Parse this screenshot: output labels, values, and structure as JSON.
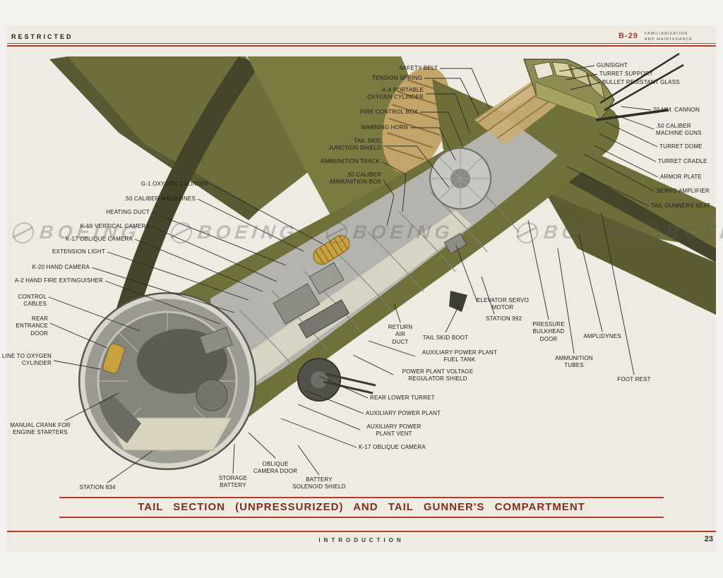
{
  "page": {
    "classification": "RESTRICTED",
    "doc_code": "B-29",
    "doc_subtitle": "FAMILIARIZATION\nAND MAINTENANCE",
    "title": "TAIL SECTION (UNPRESSURIZED) AND TAIL GUNNER'S COMPARTMENT",
    "footer_section": "INTRODUCTION",
    "page_number": "23",
    "watermark": "BOEING"
  },
  "colors": {
    "accent_red": "#b73b2c",
    "title_maroon": "#7e2f1f",
    "page_cream": "#edebe2",
    "olive": "#6f6e3a",
    "olive_dark": "#44452a",
    "interior_gray": "#b4b3ae",
    "brass_yellow": "#c8a23e"
  },
  "labels": [
    "SAFETY BELT",
    "TENSION SPRING",
    "A-4 PORTABLE\nOXYGEN CYLINDER",
    "FIRE CONTROL BOX",
    "WARNING HORN",
    "TAIL SKID\nJUNCTION SHIELD",
    "AMMUNITION TRACK",
    ".50 CALIBER\nAMMUNITION BOX",
    "GUNSIGHT",
    "TURRET SUPPORT",
    "BULLET RESISTANT GLASS",
    "20 MM. CANNON",
    ".50 CALIBER\nMACHINE GUNS",
    "TURRET DOME",
    "TURRET CRADLE",
    "ARMOR PLATE",
    "SERVO AMPLIFIER",
    "TAIL GUNNERS SEAT",
    "G-1 OXYGEN CYLINDER",
    ".50 CALIBER MAGAZINES",
    "HEATING DUCT",
    "K-19 VERTICAL CAMERA",
    "K-17 OBLIQUE CAMERA",
    "EXTENSION LIGHT",
    "K-20 HAND CAMERA",
    "A-2 HAND FIRE EXTINGUISHER",
    "CONTROL CABLES",
    "REAR ENTRANCE\nDOOR",
    "LINE TO OXYGEN\nCYLINDER",
    "MANUAL CRANK FOR\nENGINE STARTERS",
    "STATION 834",
    "ELEVATOR SERVO\nMOTOR",
    "STATION 992",
    "RETURN\nAIR\nDUCT",
    "TAIL SKID BOOT",
    "PRESSURE\nBULKHEAD\nDOOR",
    "AMPLIDYNES",
    "AMMUNITION\nTUBES",
    "FOOT REST",
    "AUXILIARY POWER PLANT\nFUEL TANK",
    "POWER PLANT VOLTAGE\nREGULATOR SHIELD",
    "REAR LOWER TURRET",
    "AUXILIARY POWER PLANT",
    "AUXILIARY POWER\nPLANT VENT",
    "K-17 OBLIQUE CAMERA",
    "OBLIQUE\nCAMERA DOOR",
    "STORAGE\nBATTERY",
    "BATTERY\nSOLENOID SHIELD"
  ]
}
